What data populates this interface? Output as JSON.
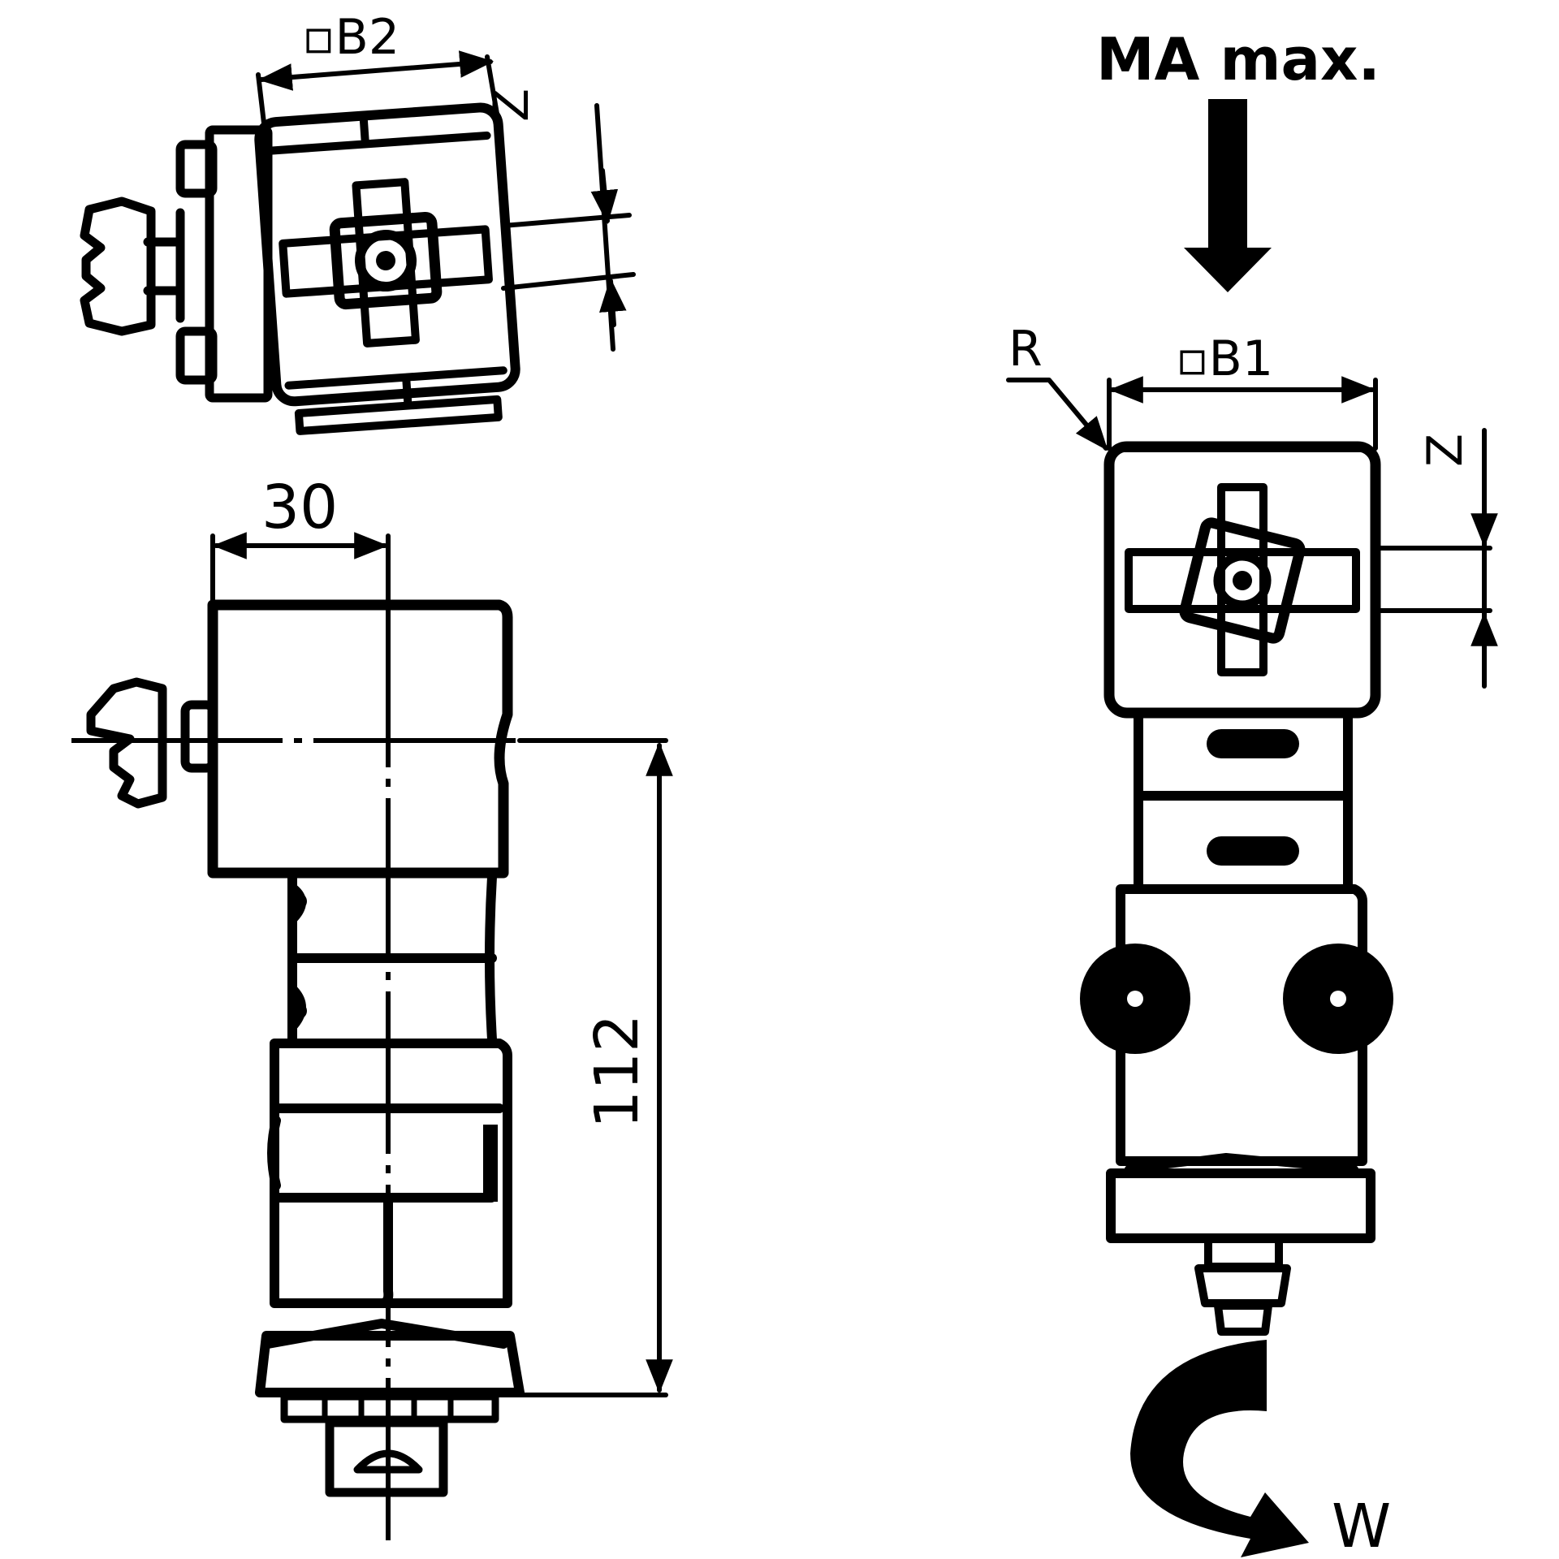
{
  "diagram": {
    "labels": {
      "square_b2": "▫B2",
      "z_top": "Z",
      "dim_30": "30",
      "dim_112": "112",
      "ma_max": "MA max.",
      "r": "R",
      "square_b1": "▫B1",
      "z_right": "Z",
      "w": "W"
    },
    "colors": {
      "ink": "#000000",
      "background": "#ffffff"
    }
  }
}
